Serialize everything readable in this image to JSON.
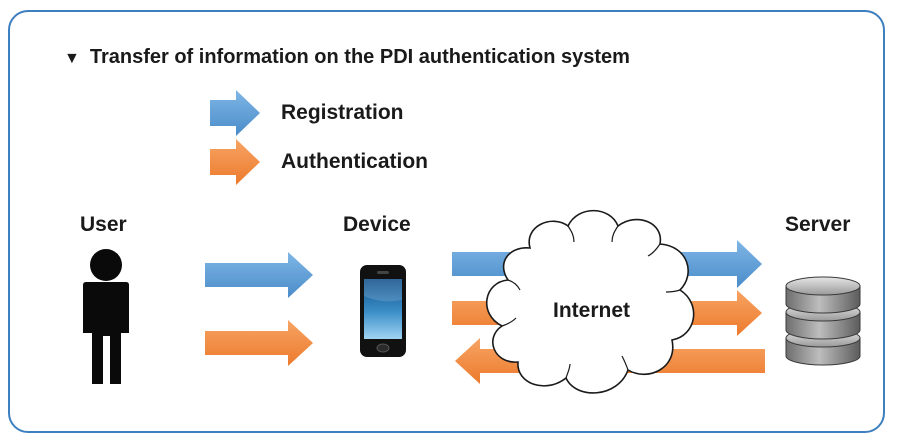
{
  "title": {
    "marker": "▼",
    "text": "Transfer of information on the PDI authentication system"
  },
  "legend": {
    "registration": {
      "label": "Registration",
      "color": "#5b9bd5"
    },
    "authentication": {
      "label": "Authentication",
      "color": "#f08a3c"
    }
  },
  "nodes": {
    "user": {
      "label": "User",
      "icon": "person-icon"
    },
    "device": {
      "label": "Device",
      "icon": "smartphone-icon"
    },
    "internet": {
      "label": "Internet",
      "icon": "cloud-icon"
    },
    "server": {
      "label": "Server",
      "icon": "database-icon"
    }
  },
  "colors": {
    "frame": "#3d7fbf",
    "registration": "#5b9bd5",
    "authentication": "#f08a3c"
  }
}
